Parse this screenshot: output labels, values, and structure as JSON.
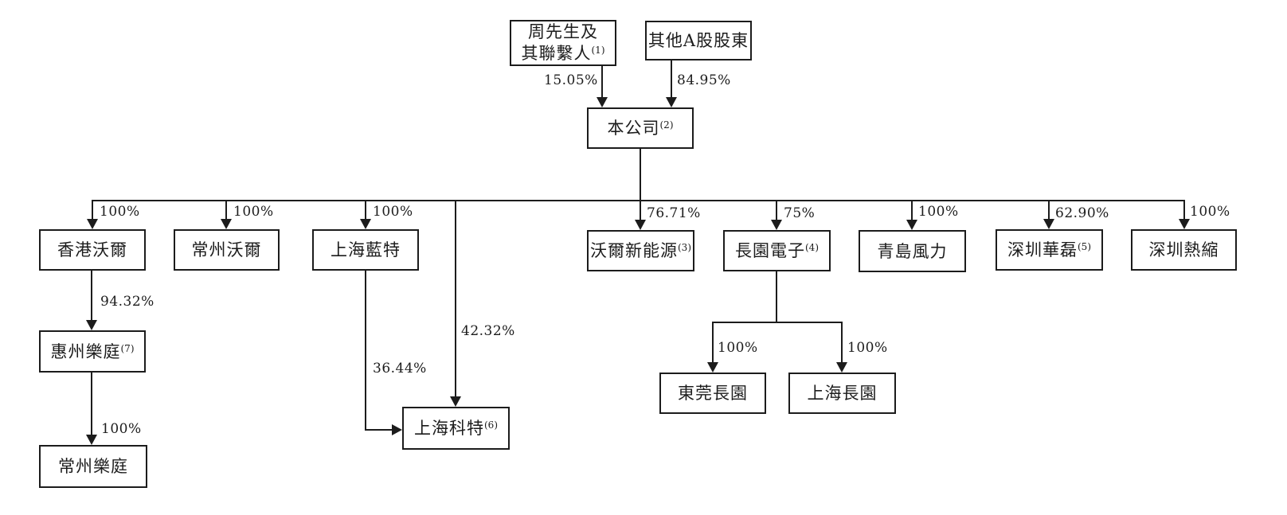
{
  "diagram_title": "shareholding-structure-chart",
  "nodes": {
    "zhou": {
      "line1": "周先生及",
      "line2": "其聯繫人",
      "sup": "(1)"
    },
    "other_a": {
      "label": "其他A股股東"
    },
    "company": {
      "label": "本公司",
      "sup": "(2)"
    },
    "hk_wall": {
      "label": "香港沃爾"
    },
    "cz_wall": {
      "label": "常州沃爾"
    },
    "sh_lante": {
      "label": "上海藍特"
    },
    "wall_new_energy": {
      "label": "沃爾新能源",
      "sup": "(3)"
    },
    "cy_electronics": {
      "label": "長園電子",
      "sup": "(4)"
    },
    "qd_wind": {
      "label": "青島風力"
    },
    "sz_hualei": {
      "label": "深圳華磊",
      "sup": "(5)"
    },
    "sz_resuo": {
      "label": "深圳熱縮"
    },
    "hz_leting": {
      "label": "惠州樂庭",
      "sup": "(7)"
    },
    "cz_leting": {
      "label": "常州樂庭"
    },
    "sh_kete": {
      "label": "上海科特",
      "sup": "(6)"
    },
    "dg_changyuan": {
      "label": "東莞長園"
    },
    "sh_changyuan": {
      "label": "上海長園"
    }
  },
  "percents": {
    "zhou_to_company": "15.05%",
    "other_to_company": "84.95%",
    "company_to_hk_wall": "100%",
    "company_to_cz_wall": "100%",
    "company_to_sh_lante": "100%",
    "company_to_wall_new_energy": "76.71%",
    "company_to_cy_electronics": "75%",
    "company_to_qd_wind": "100%",
    "company_to_sz_hualei": "62.90%",
    "company_to_sz_resuo": "100%",
    "company_to_sh_kete": "42.32%",
    "hk_wall_to_hz_leting": "94.32%",
    "hz_leting_to_cz_leting": "100%",
    "sh_lante_to_sh_kete": "36.44%",
    "cy_to_dg_changyuan": "100%",
    "cy_to_sh_changyuan": "100%"
  },
  "colors": {
    "line": "#1c1c1c",
    "background": "#ffffff"
  }
}
